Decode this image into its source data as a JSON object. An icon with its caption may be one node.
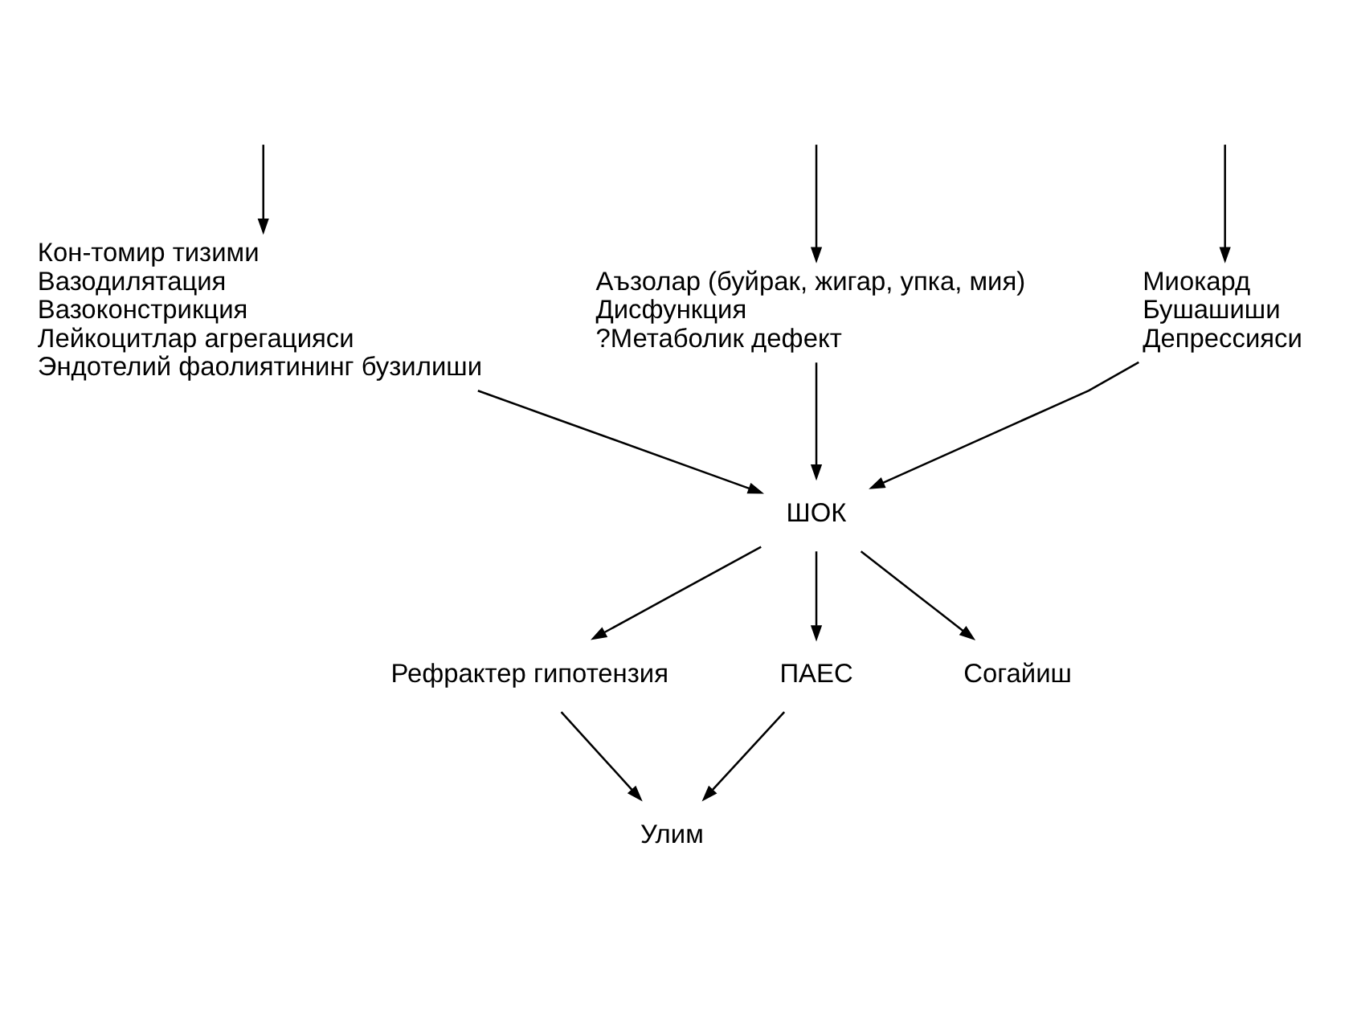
{
  "diagram": {
    "nodes": [
      {
        "text": [
          "Миокард",
          "Бушашиши",
          "Депрессияси"
        ]
      },
      {
        "text": [
          "Кон-томир тизими",
          "Вазодилятация",
          "Вазоконстрикция",
          "Лейкоцитлар агрегацияси",
          "Эндотелий фаолиятининг бузилиши"
        ]
      },
      {
        "text": [
          "Аъзолар (буйрак, жигар, упка, мия)",
          "Дисфункция",
          "?Метаболик дефект"
        ]
      },
      {
        "text": [
          "ШОК"
        ]
      },
      {
        "text": [
          "Рефрактер гипотензия"
        ]
      },
      {
        "text": [
          "ПАЕС"
        ]
      },
      {
        "text": [
          "Согайиш"
        ]
      },
      {
        "text": [
          "Улим"
        ]
      }
    ],
    "edges": [
      {
        "from": null,
        "to": 0,
        "arrow": "to"
      },
      {
        "from": null,
        "to": 1,
        "arrow": "to"
      },
      {
        "from": null,
        "to": 2,
        "arrow": "to"
      },
      {
        "from": 0,
        "to": 3,
        "arrow": "to"
      },
      {
        "from": 1,
        "to": 3,
        "arrow": "to"
      },
      {
        "from": 2,
        "to": 3,
        "arrow": "to"
      },
      {
        "from": 3,
        "to": 4,
        "arrow": "to"
      },
      {
        "from": 3,
        "to": 5,
        "arrow": "to"
      },
      {
        "from": 3,
        "to": 6,
        "arrow": "to"
      },
      {
        "from": 4,
        "to": 7,
        "arrow": "to"
      },
      {
        "from": 5,
        "to": 7,
        "arrow": "to"
      }
    ]
  }
}
